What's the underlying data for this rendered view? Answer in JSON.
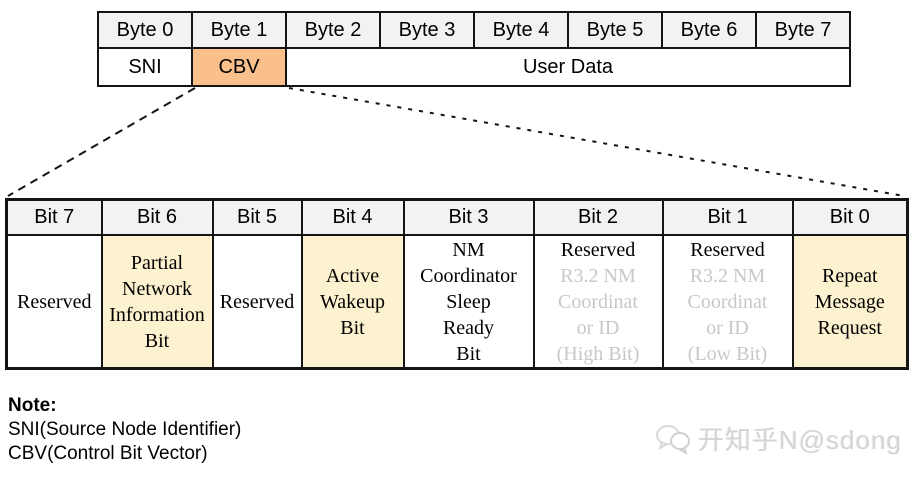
{
  "byte_table": {
    "headers": [
      "Byte 0",
      "Byte 1",
      "Byte 2",
      "Byte 3",
      "Byte 4",
      "Byte 5",
      "Byte 6",
      "Byte 7"
    ],
    "sni": "SNI",
    "cbv": "CBV",
    "user_data": "User Data"
  },
  "bit_table": {
    "headers": [
      "Bit 7",
      "Bit 6",
      "Bit 5",
      "Bit 4",
      "Bit 3",
      "Bit 2",
      "Bit 1",
      "Bit 0"
    ],
    "bit7": "Reserved",
    "bit6": "Partial\nNetwork\nInformation\nBit",
    "bit5": "Reserved",
    "bit4": "Active\nWakeup\nBit",
    "bit3": "NM\nCoordinator\nSleep\nReady\nBit",
    "bit2": {
      "black": "Reserved",
      "gray": "R3.2 NM\nCoordinat\nor ID\n(High Bit)"
    },
    "bit1": {
      "black": "Reserved",
      "gray": "R3.2 NM\nCoordinat\nor ID\n(Low Bit)"
    },
    "bit0": "Repeat\nMessage\nRequest"
  },
  "note": {
    "title": "Note:",
    "line1": "SNI(Source Node Identifier)",
    "line2": "CBV(Control Bit Vector)"
  },
  "watermark": {
    "text": "开知乎N@sdong"
  },
  "colors": {
    "header_gray": "#f2f2f2",
    "cbv_orange": "#f9c08c",
    "highlight_yellow": "#fcf2d0",
    "border_black": "#141414",
    "reserved_gray_text": "#c8c8c8"
  }
}
